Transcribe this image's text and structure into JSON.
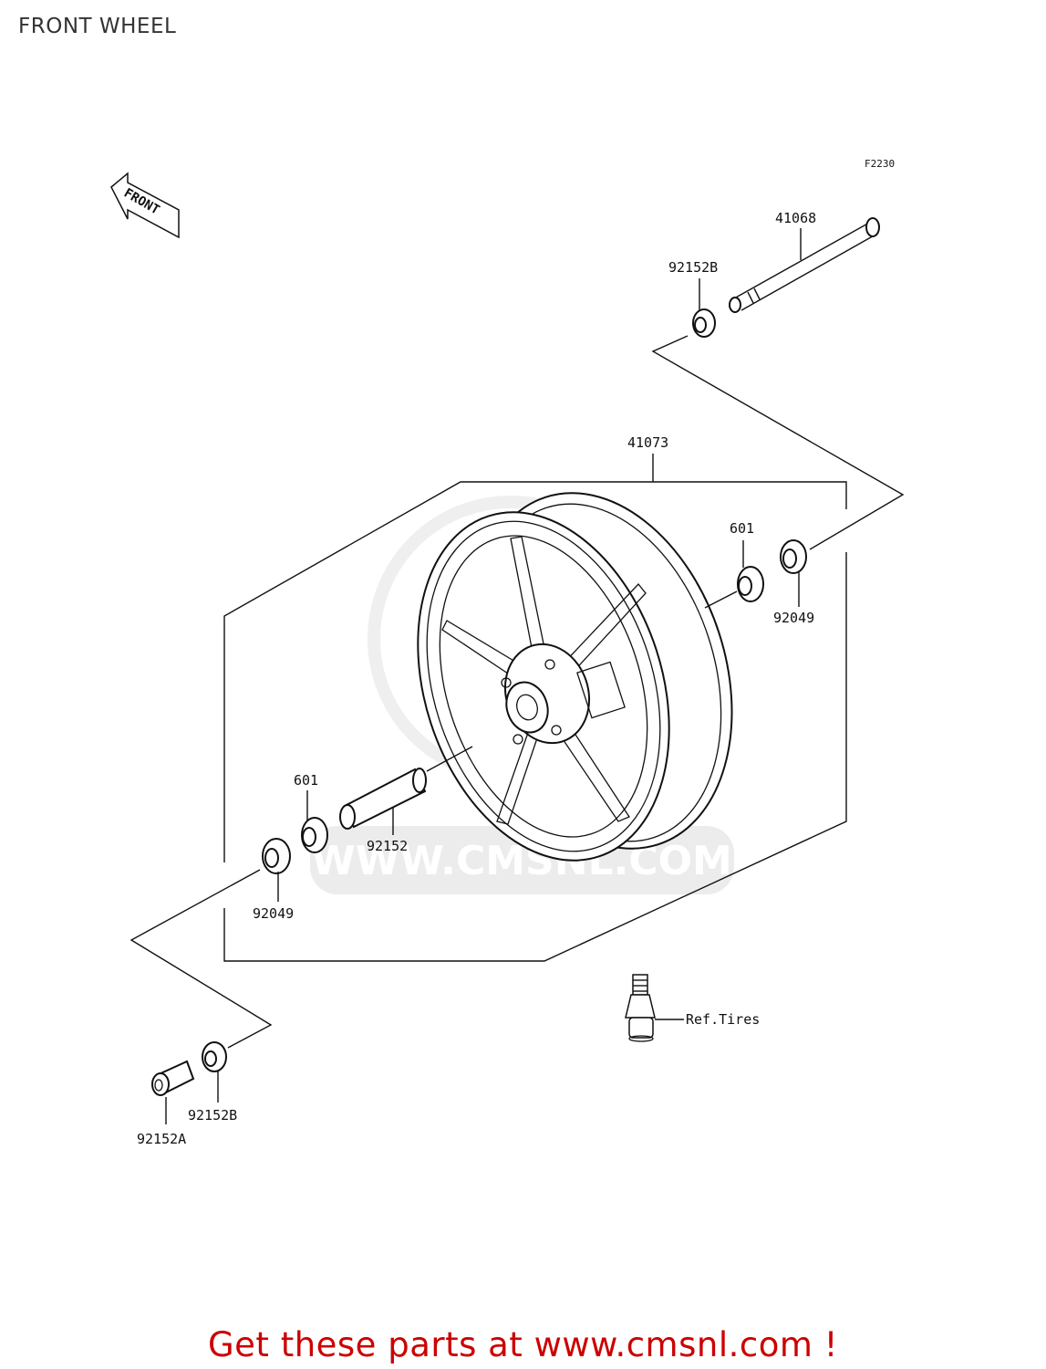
{
  "page": {
    "title": "FRONT WHEEL",
    "figure_code": "F2230",
    "direction_label": "FRONT",
    "watermark_text": "WWW.CMSNL.COM"
  },
  "parts": {
    "axle": "41068",
    "collar_upper": "92152B",
    "wheel": "41073",
    "bearing_right": "601",
    "seal_right": "92049",
    "bearing_left": "601",
    "spacer": "92152",
    "seal_left": "92049",
    "collar_lower": "92152B",
    "collar_lower_a": "92152A",
    "valve_ref": "Ref.Tires"
  },
  "footer": {
    "promo": "Get these parts at www.cmsnl.com !"
  },
  "colors": {
    "promo": "#cc0000",
    "lines": "#111111",
    "watermark": "#d0d0d0"
  }
}
